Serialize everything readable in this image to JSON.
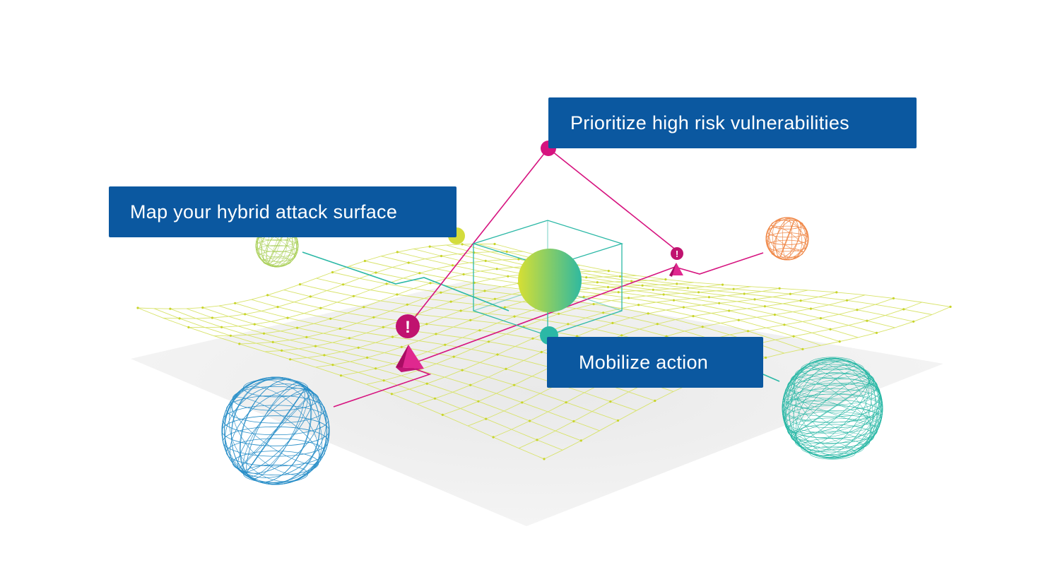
{
  "labels": {
    "map": "Map your hybrid attack surface",
    "prioritize": "Prioritize high risk vulnerabilities",
    "mobilize": "Mobilize action"
  },
  "alert_glyph": "!",
  "icons": [
    "blue-wireframe-sphere-icon",
    "teal-wireframe-sphere-icon",
    "green-wireframe-sphere-icon",
    "orange-wireframe-sphere-icon",
    "cube-icon",
    "gradient-orb-icon",
    "alert-marker-icon",
    "pyramid-marker-icon"
  ],
  "colors": {
    "label_background": "#0b58a0",
    "label_text": "#ffffff",
    "magenta": "#d6137f",
    "teal": "#2bb8a6",
    "lime": "#d3dc3c",
    "blue": "#2a8fc8",
    "orange": "#f08a4b",
    "mesh": "#d8e36a",
    "floor": "#eeeeee"
  }
}
